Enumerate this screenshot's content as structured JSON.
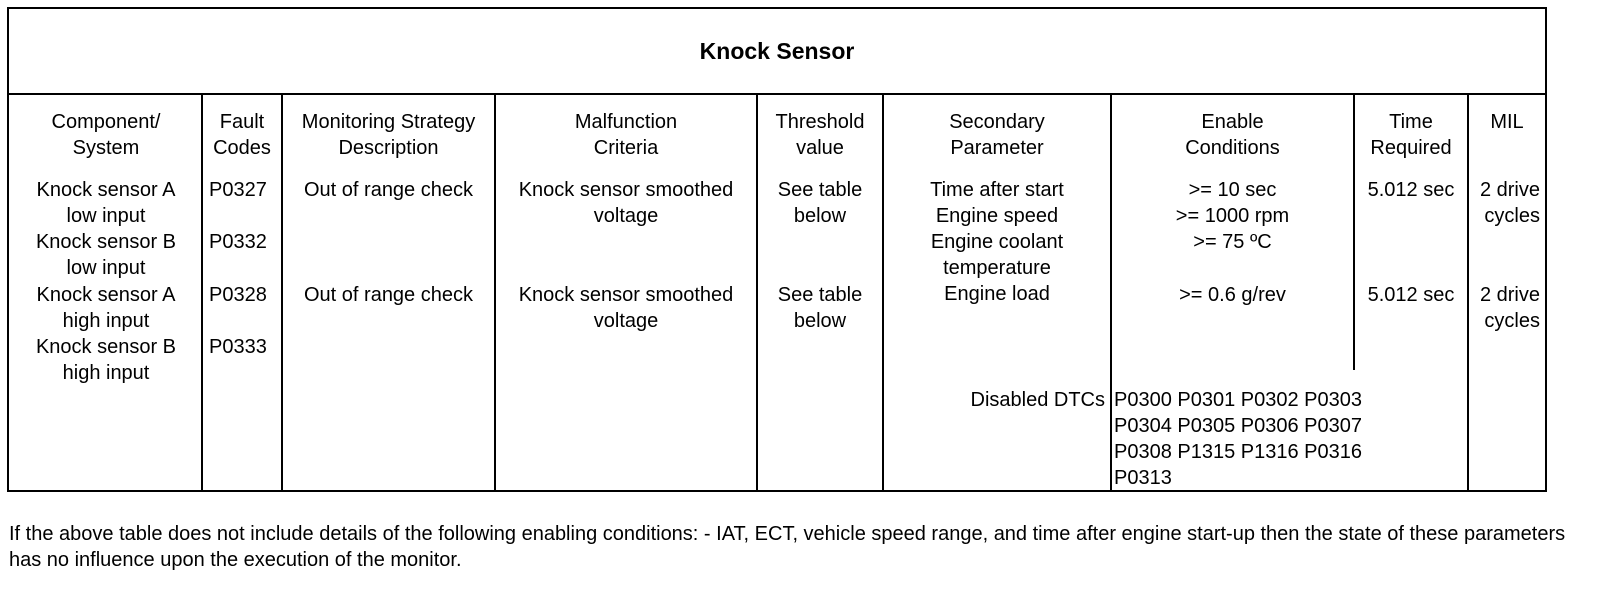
{
  "title": "Knock Sensor",
  "headers": [
    "Component/\nSystem",
    "Fault\nCodes",
    "Monitoring Strategy\nDescription",
    "Malfunction\nCriteria",
    "Threshold\nvalue",
    "Secondary\nParameter",
    "Enable\nConditions",
    "Time\nRequired",
    "MIL"
  ],
  "components": [
    "Knock sensor A\nlow input",
    "Knock sensor B\nlow input",
    "Knock sensor A\nhigh input",
    "Knock sensor B\nhigh input"
  ],
  "fault_codes": [
    "P0327",
    "P0332",
    "P0328",
    "P0333"
  ],
  "strategy": [
    "Out of range check",
    "Out of range check"
  ],
  "criteria": [
    "Knock sensor smoothed\nvoltage",
    "Knock sensor smoothed\nvoltage"
  ],
  "threshold": [
    "See table\nbelow",
    "See table\nbelow"
  ],
  "secondary": [
    "Time after start\nEngine speed\nEngine coolant\ntemperature\nEngine load",
    "Disabled DTCs"
  ],
  "enable": [
    ">= 10 sec\n>= 1000 rpm\n>= 75 ºC",
    ">= 0.6 g/rev",
    "P0300 P0301 P0302 P0303\nP0304 P0305 P0306 P0307\nP0308 P1315 P1316 P0316\nP0313"
  ],
  "time_required": [
    "5.012 sec",
    "5.012 sec"
  ],
  "mil": [
    "2 drive\ncycles",
    "2 drive\ncycles"
  ],
  "footnote": "If the above table does not include details of the following enabling conditions: - IAT, ECT, vehicle speed range, and time after engine start-up then the state of these parameters has no influence upon the execution of the monitor."
}
